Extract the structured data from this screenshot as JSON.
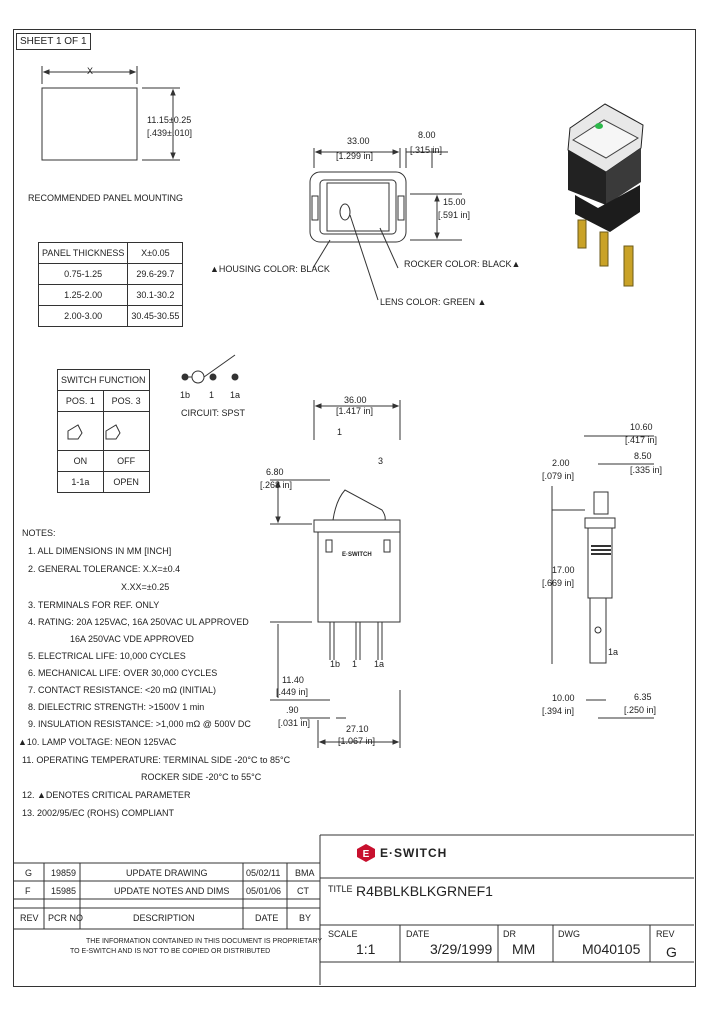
{
  "sheet": "SHEET 1 OF 1",
  "panel_cutout": {
    "x_label": "X",
    "height_mm": "11.15±0.25",
    "height_in": "[.439±.010]"
  },
  "recommended_title": "RECOMMENDED PANEL MOUNTING",
  "panel_table": {
    "headers": [
      "PANEL THICKNESS",
      "X±0.05"
    ],
    "rows": [
      [
        "0.75-1.25",
        "29.6-29.7"
      ],
      [
        "1.25-2.00",
        "30.1-30.2"
      ],
      [
        "2.00-3.00",
        "30.45-30.55"
      ]
    ]
  },
  "switch_function": {
    "title": "SWITCH FUNCTION",
    "pos1": "POS. 1",
    "pos3": "POS. 3",
    "state1": "ON",
    "state3": "OFF",
    "circ1": "1-1a",
    "circ3": "OPEN"
  },
  "circuit": {
    "t1": "1b",
    "t2": "1",
    "t3": "1a",
    "label": "CIRCUIT: SPST"
  },
  "front_view": {
    "width_mm": "33.00",
    "width_in": "[1.299 in]",
    "depth_mm": "8.00",
    "depth_in": "[.315 in]",
    "height_mm": "15.00",
    "height_in": "[.591 in]",
    "housing_color": "▲HOUSING COLOR: BLACK",
    "rocker_color": "ROCKER COLOR: BLACK▲",
    "lens_color": "LENS COLOR: GREEN ▲"
  },
  "side_view": {
    "width_mm": "36.00",
    "width_in": "[1.417 in]",
    "pos_left": "1",
    "pos_right": "3",
    "rocker_h_mm": "6.80",
    "rocker_h_in": "[.268 in]",
    "term_h_mm": "11.40",
    "term_h_in": "[.449 in]",
    "thick_mm": ".90",
    "thick_in": "[.031 in]",
    "body_w_mm": "27.10",
    "body_w_in": "[1.067 in]",
    "term1": "1b",
    "term2": "1",
    "term3": "1a",
    "brand": "E·SWITCH"
  },
  "end_view": {
    "d1_mm": "10.60",
    "d1_in": "[.417 in]",
    "d2_mm": "8.50",
    "d2_in": "[.335 in]",
    "d3_mm": "2.00",
    "d3_in": "[.079 in]",
    "d4_mm": "17.00",
    "d4_in": "[.669 in]",
    "d5_mm": "10.00",
    "d5_in": "[.394 in]",
    "d6_mm": "6.35",
    "d6_in": "[.250 in]",
    "term": "1a"
  },
  "notes": [
    "NOTES:",
    "1. ALL DIMENSIONS IN MM [INCH]",
    "2. GENERAL TOLERANCE: X.X=±0.4",
    "X.XX=±0.25",
    "3. TERMINALS FOR REF. ONLY",
    "4. RATING: 20A 125VAC, 16A 250VAC UL APPROVED",
    "16A 250VAC VDE APPROVED",
    "5. ELECTRICAL LIFE: 10,000 CYCLES",
    "6. MECHANICAL LIFE: OVER 30,000 CYCLES",
    "7. CONTACT RESISTANCE: <20 mΩ (INITIAL)",
    "8. DIELECTRIC STRENGTH: >1500V 1 min",
    "9. INSULATION RESISTANCE: >1,000 mΩ @ 500V DC",
    "▲10. LAMP VOLTAGE: NEON 125VAC",
    "11. OPERATING TEMPERATURE: TERMINAL SIDE -20°C to 85°C",
    "ROCKER SIDE -20°C to 55°C",
    "12. ▲DENOTES CRITICAL PARAMETER",
    "13. 2002/95/EC (ROHS) COMPLIANT"
  ],
  "revisions": [
    [
      "G",
      "19859",
      "UPDATE DRAWING",
      "05/02/11",
      "BMA"
    ],
    [
      "F",
      "15985",
      "UPDATE NOTES AND DIMS",
      "05/01/06",
      "CT"
    ]
  ],
  "rev_headers": [
    "REV",
    "PCR NO",
    "DESCRIPTION",
    "DATE",
    "BY"
  ],
  "proprietary_1": "THE INFORMATION CONTAINED IN THIS DOCUMENT IS PROPRIETARY",
  "proprietary_2": "TO E-SWITCH AND IS NOT TO BE COPIED OR DISTRIBUTED",
  "title_block": {
    "logo": "E·SWITCH",
    "title_label": "TITLE",
    "title": "R4BBLKBLKGRNEF1",
    "scale_label": "SCALE",
    "scale": "1:1",
    "date_label": "DATE",
    "date": "3/29/1999",
    "dr_label": "DR",
    "dr": "MM",
    "dwg_label": "DWG",
    "dwg": "M040105",
    "rev_label": "REV",
    "rev": "G"
  },
  "colors": {
    "line": "#333333",
    "logo_red": "#c8102e",
    "lens_green": "#2db84b"
  }
}
